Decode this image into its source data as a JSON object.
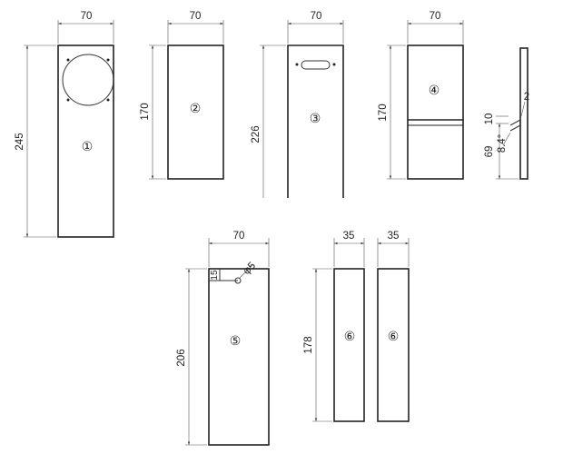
{
  "panels": [
    {
      "label": "①",
      "width": "70",
      "height": "245"
    },
    {
      "label": "②",
      "width": "70",
      "height": "170"
    },
    {
      "label": "③",
      "width": "70",
      "height": "226"
    },
    {
      "label": "④",
      "width": "70",
      "height": "170"
    },
    {
      "label": "⑤",
      "width": "70",
      "height": "206"
    },
    {
      "label": "⑥",
      "width": "35",
      "height": "178"
    },
    {
      "label": "⑥",
      "width": "35"
    }
  ],
  "detail": {
    "labels": [
      "2",
      "10",
      "8.4°",
      "69"
    ]
  },
  "panel5_extra": {
    "offset": "15",
    "hole": "φ5"
  }
}
